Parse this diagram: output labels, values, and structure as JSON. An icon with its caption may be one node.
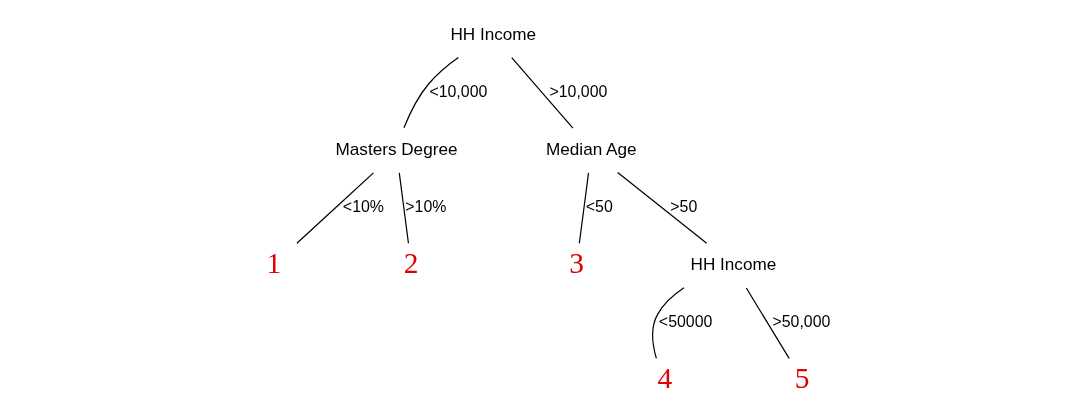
{
  "diagram": {
    "nodes": [
      {
        "text": [
          "HH Income"
        ]
      },
      {
        "text": [
          "Masters Degree"
        ]
      },
      {
        "text": [
          "Median Age"
        ]
      },
      {
        "text": [
          "1"
        ]
      },
      {
        "text": [
          "2"
        ]
      },
      {
        "text": [
          "3"
        ]
      },
      {
        "text": [
          "HH Income"
        ]
      },
      {
        "text": [
          "4"
        ]
      },
      {
        "text": [
          "5"
        ]
      }
    ],
    "edges": [
      {
        "from": 0,
        "to": 1,
        "arrow": "none",
        "label": "<10,000"
      },
      {
        "from": 0,
        "to": 2,
        "arrow": "none",
        "label": ">10,000"
      },
      {
        "from": 1,
        "to": 3,
        "arrow": "none",
        "label": "<10%"
      },
      {
        "from": 1,
        "to": 4,
        "arrow": "none",
        "label": ">10%"
      },
      {
        "from": 2,
        "to": 5,
        "arrow": "none",
        "label": "<50"
      },
      {
        "from": 2,
        "to": 6,
        "arrow": "none",
        "label": ">50"
      },
      {
        "from": 6,
        "to": 7,
        "arrow": "none",
        "label": "<50000"
      },
      {
        "from": 6,
        "to": 8,
        "arrow": "none",
        "label": ">50,000"
      }
    ]
  }
}
